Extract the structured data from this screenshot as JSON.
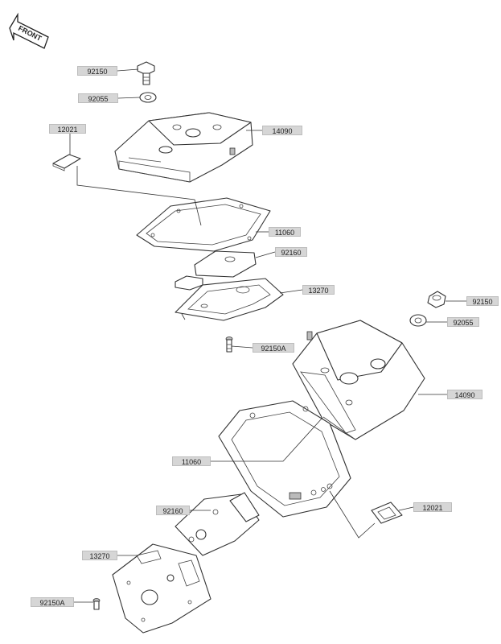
{
  "front_marker": "FRONT",
  "labels": {
    "p92150_top": "92150",
    "p92055_top": "92055",
    "p12021_left": "12021",
    "p14090_top": "14090",
    "p11060_top": "11060",
    "p92160_top": "92160",
    "p13270_top": "13270",
    "p92150A_top": "92150A",
    "p92150_right": "92150",
    "p92055_right": "92055",
    "p14090_right": "14090",
    "p11060_bottom": "11060",
    "p92160_bottom": "92160",
    "p12021_right": "12021",
    "p13270_bottom": "13270",
    "p92150A_bottom": "92150A"
  }
}
